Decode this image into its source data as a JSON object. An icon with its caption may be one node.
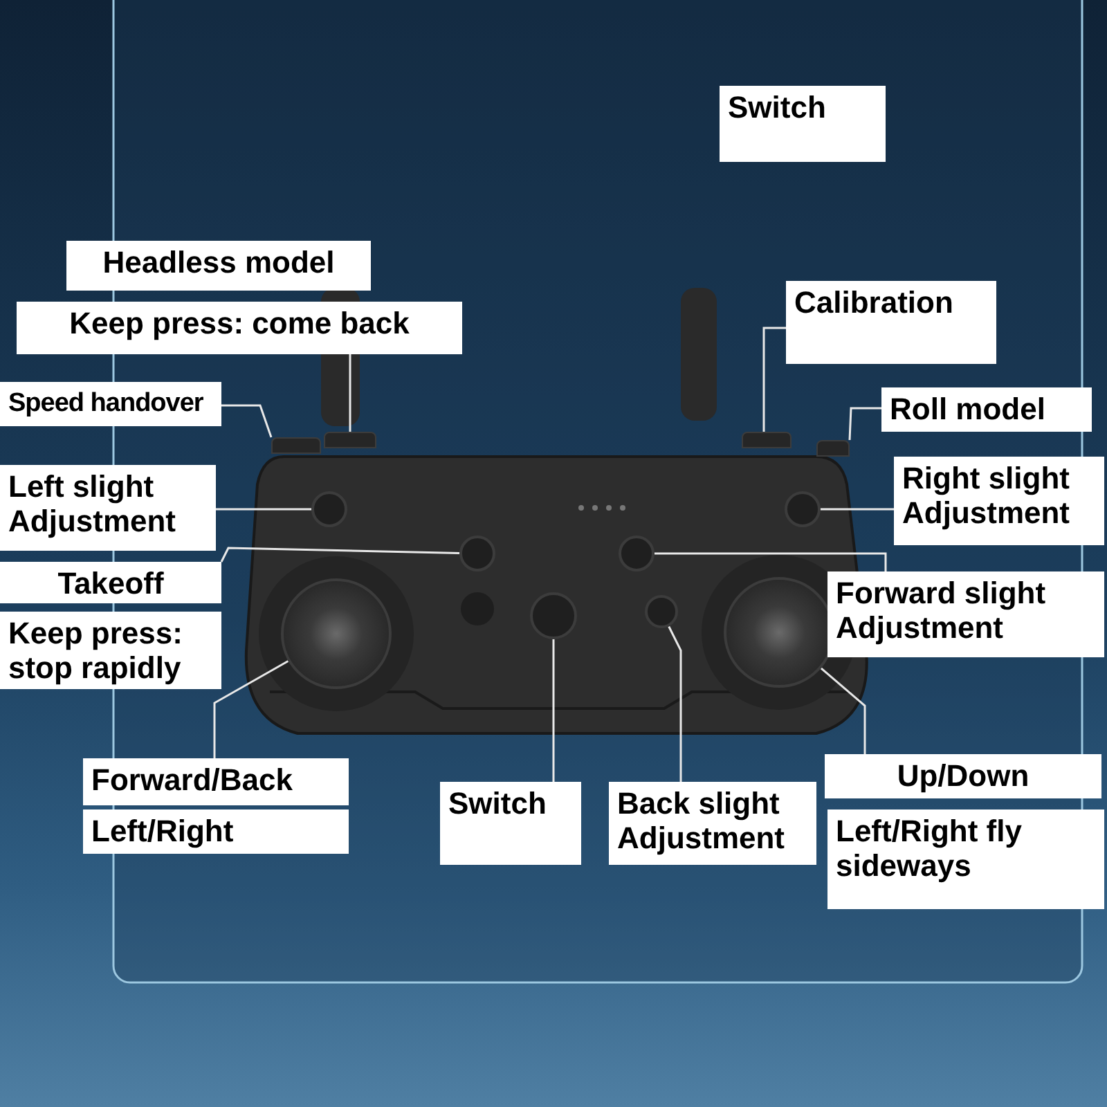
{
  "diagram": {
    "nodes": [
      {
        "text": [
          "Switch"
        ]
      },
      {
        "text": [
          "Headless model"
        ]
      },
      {
        "text": [
          "Keep press: come back"
        ]
      },
      {
        "text": [
          "Calibration"
        ]
      },
      {
        "text": [
          "Speed handover"
        ]
      },
      {
        "text": [
          "Roll model"
        ]
      },
      {
        "text": [
          "Left slight Adjustment"
        ]
      },
      {
        "text": [
          "Right slight Adjustment"
        ]
      },
      {
        "text": [
          "Takeoff"
        ]
      },
      {
        "text": [
          "Forward slight Adjustment"
        ]
      },
      {
        "text": [
          "Keep press: stop rapidly"
        ]
      },
      {
        "text": [
          "Forward/Back"
        ]
      },
      {
        "text": [
          "Up/Down"
        ]
      },
      {
        "text": [
          "Left/Right"
        ]
      },
      {
        "text": [
          "Switch"
        ]
      },
      {
        "text": [
          "Back slight Adjustment"
        ]
      },
      {
        "text": [
          "Left/Right fly sideways"
        ]
      },
      {
        "text": [],
        "shape": "box"
      },
      {
        "text": [],
        "shape": "box"
      },
      {
        "text": [],
        "shape": "box"
      },
      {
        "text": [],
        "shape": "box"
      },
      {
        "text": [],
        "shape": "circle"
      },
      {
        "text": [],
        "shape": "circle"
      },
      {
        "text": [],
        "shape": "circle"
      },
      {
        "text": [],
        "shape": "circle"
      },
      {
        "text": [],
        "shape": "circle"
      },
      {
        "text": [],
        "shape": "circle"
      },
      {
        "text": [],
        "shape": "circle"
      },
      {
        "text": [],
        "shape": "circle"
      }
    ],
    "edges": [
      {
        "from": 2,
        "to": 18,
        "arrow": "none"
      },
      {
        "from": 4,
        "to": 17,
        "arrow": "none"
      },
      {
        "from": 3,
        "to": 19,
        "arrow": "none"
      },
      {
        "from": 5,
        "to": 20,
        "arrow": "none"
      },
      {
        "from": 6,
        "to": 21,
        "arrow": "none"
      },
      {
        "from": 7,
        "to": 22,
        "arrow": "none"
      },
      {
        "from": 8,
        "to": 23,
        "arrow": "none"
      },
      {
        "from": 9,
        "to": 24,
        "arrow": "none"
      },
      {
        "from": 11,
        "to": 25,
        "arrow": "none"
      },
      {
        "from": 14,
        "to": 26,
        "arrow": "none"
      },
      {
        "from": 15,
        "to": 27,
        "arrow": "none"
      },
      {
        "from": 12,
        "to": 28,
        "arrow": "none"
      }
    ]
  }
}
